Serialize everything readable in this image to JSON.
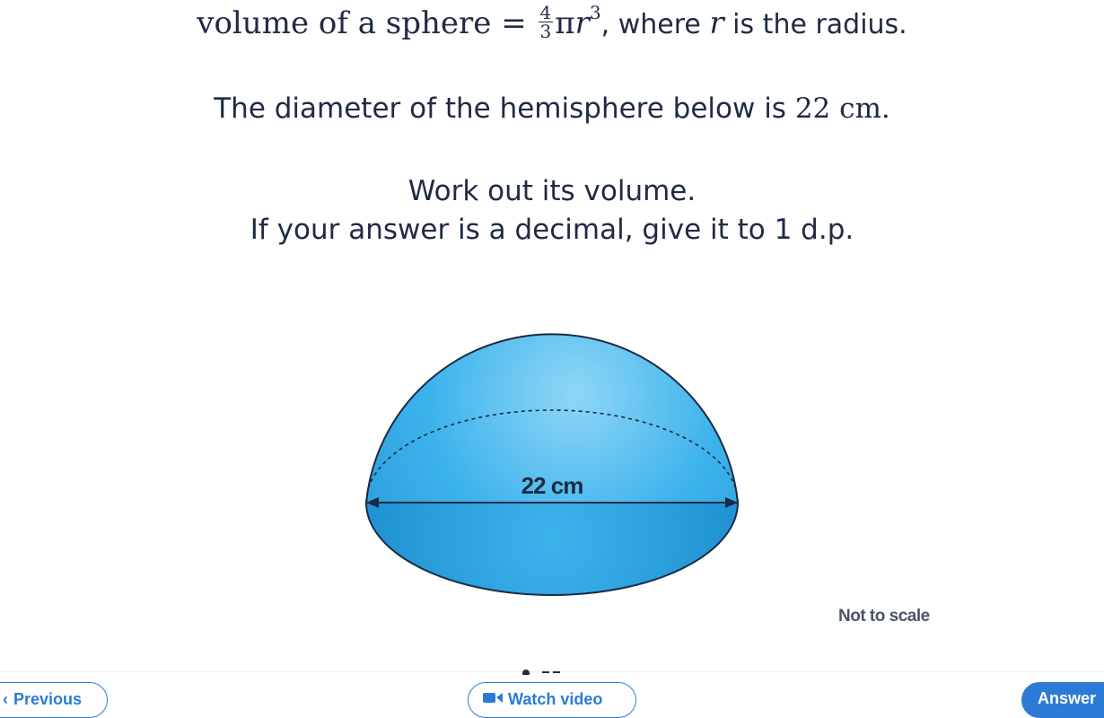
{
  "question": {
    "formula_prefix": "volume of a sphere = ",
    "frac_num": "4",
    "frac_den": "3",
    "formula_pi": "π",
    "formula_r": "r",
    "formula_exp": "3",
    "formula_suffix_a": ", where ",
    "formula_suffix_r": "r",
    "formula_suffix_b": " is the radius.",
    "line2_text": "The diameter of the hemisphere below is ",
    "line2_value": "22 cm.",
    "line3": "Work out its volume.",
    "line4": "If your answer is a decimal, give it to 1 d.p."
  },
  "figure": {
    "diameter_label": "22 cm",
    "note": "Not to scale",
    "fill_color": "#29a8e6",
    "highlight_color": "#8fd6f6"
  },
  "nav": {
    "previous_label": "Previous",
    "previous_icon": "chevron-left-icon",
    "video_label": "Watch video",
    "video_icon": "video-camera-icon",
    "answer_label": "Answer"
  },
  "colors": {
    "accent": "#2b7bd6",
    "text": "#1f2a44"
  }
}
